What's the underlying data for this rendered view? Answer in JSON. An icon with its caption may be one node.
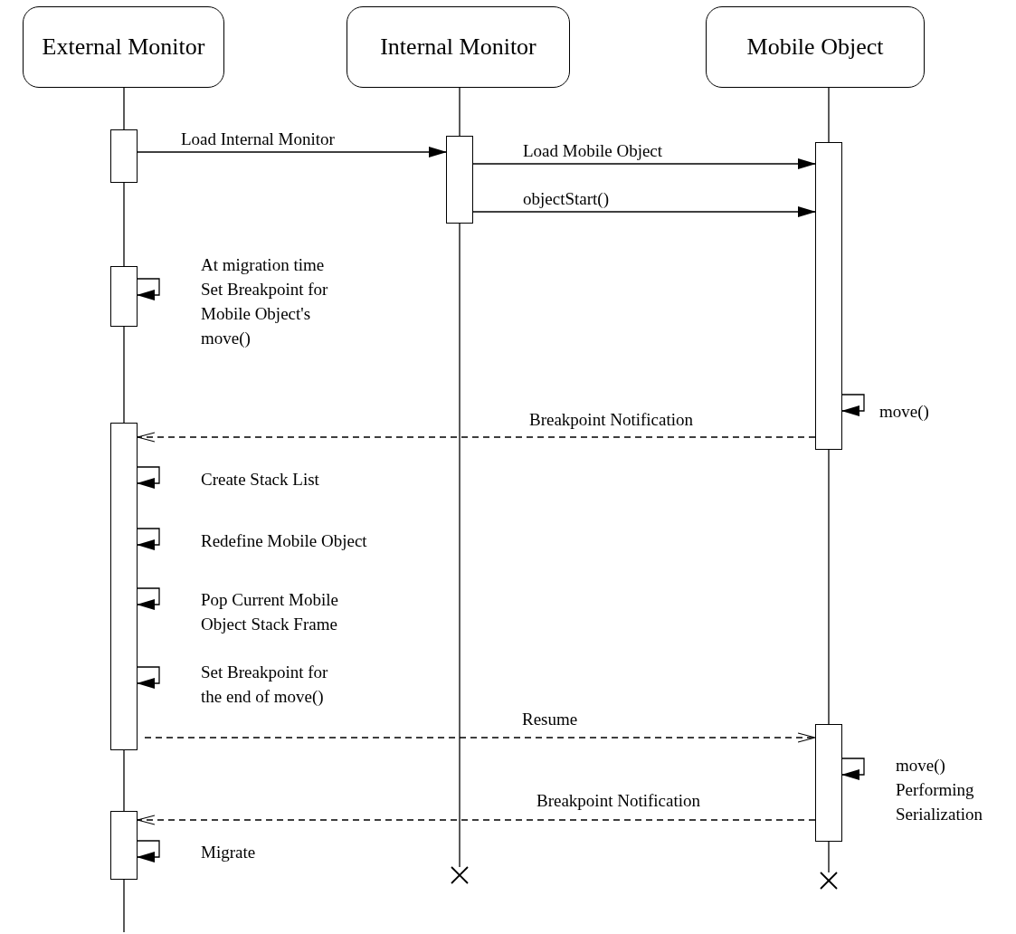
{
  "diagram": {
    "nodes": [
      {
        "text": [
          "External Monitor"
        ]
      },
      {
        "text": [
          "Internal Monitor"
        ]
      },
      {
        "text": [
          "Mobile Object"
        ]
      },
      {
        "text": [],
        "shape": "bar"
      },
      {
        "text": [],
        "shape": "bar"
      },
      {
        "text": [],
        "shape": "bar"
      },
      {
        "text": [],
        "shape": "bar"
      },
      {
        "text": [],
        "shape": "bar"
      },
      {
        "text": [],
        "shape": "bar"
      },
      {
        "text": [],
        "shape": "bar"
      },
      {
        "text": [],
        "shape": "cross"
      },
      {
        "text": [],
        "shape": "cross"
      }
    ],
    "edges": [
      {
        "from": 3,
        "to": 4,
        "arrow": "to",
        "label": "Load Internal Monitor"
      },
      {
        "from": 4,
        "to": 5,
        "arrow": "to",
        "label": "Load Mobile Object"
      },
      {
        "from": 4,
        "to": 5,
        "arrow": "to",
        "label": "objectStart()"
      },
      {
        "from": 6,
        "to": 6,
        "arrow": "to",
        "label": "At migration time Set Breakpoint for Mobile Object's move()"
      },
      {
        "from": 5,
        "to": 5,
        "arrow": "to",
        "label": "move()"
      },
      {
        "from": 5,
        "to": 7,
        "arrow": "to",
        "label": "Breakpoint Notification",
        "style": "dashed"
      },
      {
        "from": 7,
        "to": 7,
        "arrow": "to",
        "label": "Create Stack List"
      },
      {
        "from": 7,
        "to": 7,
        "arrow": "to",
        "label": "Redefine Mobile Object"
      },
      {
        "from": 7,
        "to": 7,
        "arrow": "to",
        "label": "Pop Current Mobile Object Stack Frame"
      },
      {
        "from": 7,
        "to": 7,
        "arrow": "to",
        "label": "Set Breakpoint for the end of move()"
      },
      {
        "from": 7,
        "to": 8,
        "arrow": "to",
        "label": "Resume",
        "style": "dashed"
      },
      {
        "from": 8,
        "to": 8,
        "arrow": "to",
        "label": "move() Performing Serialization"
      },
      {
        "from": 8,
        "to": 9,
        "arrow": "to",
        "label": "Breakpoint Notification",
        "style": "dashed"
      },
      {
        "from": 9,
        "to": 9,
        "arrow": "to",
        "label": "Migrate"
      },
      {
        "from": 0,
        "to": 3,
        "arrow": "none"
      },
      {
        "from": 3,
        "to": 6,
        "arrow": "none"
      },
      {
        "from": 6,
        "to": 7,
        "arrow": "none"
      },
      {
        "from": 7,
        "to": 9,
        "arrow": "none"
      },
      {
        "from": 9,
        "to": null,
        "arrow": "none"
      },
      {
        "from": 1,
        "to": 4,
        "arrow": "none"
      },
      {
        "from": 4,
        "to": 10,
        "arrow": "none"
      },
      {
        "from": 2,
        "to": 5,
        "arrow": "none"
      },
      {
        "from": 5,
        "to": 8,
        "arrow": "none"
      },
      {
        "from": 8,
        "to": 11,
        "arrow": "none"
      }
    ]
  }
}
